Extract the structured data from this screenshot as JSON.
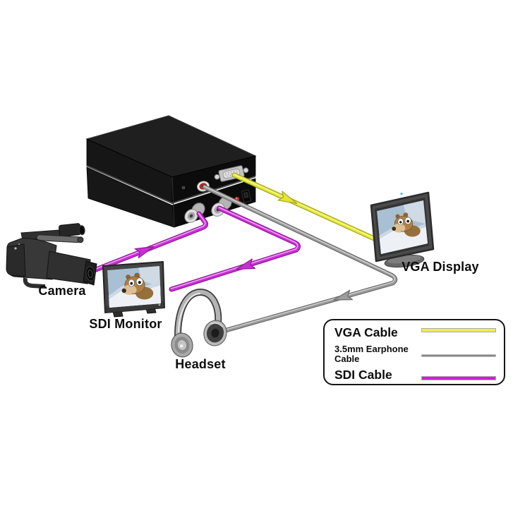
{
  "background": "#ffffff",
  "devices": {
    "camera": {
      "label": "Camera"
    },
    "sdi_monitor": {
      "label": "SDI Monitor"
    },
    "headset": {
      "label": "Headset"
    },
    "vga_display": {
      "label": "VGA Display"
    }
  },
  "cables": {
    "vga": {
      "label": "VGA Cable",
      "color": "#e4e636",
      "edge": "#a0a51e",
      "highlight": "#f6f78c"
    },
    "earphone": {
      "label": "3.5mm Earphone Cable",
      "color": "#9c9c9c",
      "edge": "#6b6b6b",
      "highlight": "#d2d2d2"
    },
    "sdi": {
      "label": "SDI Cable",
      "color": "#cb2fd5",
      "edge": "#8d1899",
      "highlight": "#efa0f2"
    }
  },
  "legend": {
    "items": [
      {
        "label": "VGA Cable",
        "color": "#efef48"
      },
      {
        "label": "3.5mm Earphone Cable",
        "color": "#868686"
      },
      {
        "label": "SDI Cable",
        "color": "#d81ad8"
      }
    ]
  },
  "screen": {
    "sky": "#a9c0d4",
    "sky_light": "#cfdae4",
    "snow": "#edf1f6"
  }
}
